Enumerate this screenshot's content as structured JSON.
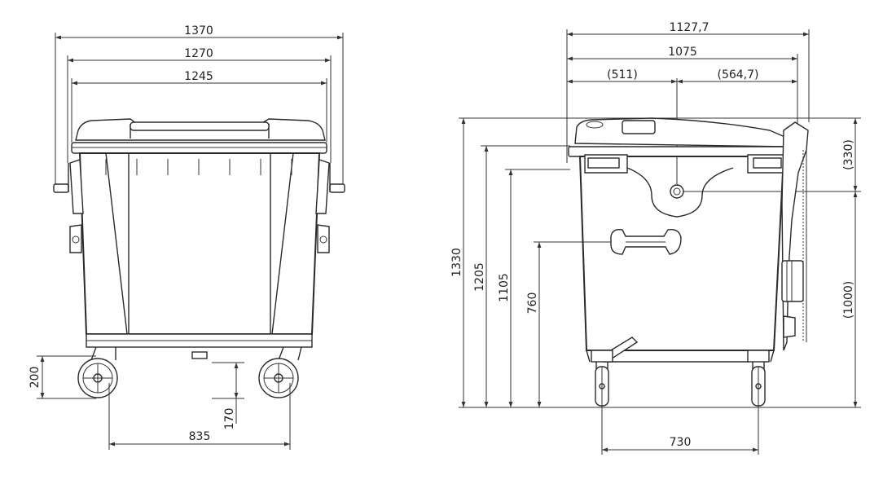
{
  "front_view": {
    "width_overall": "1370",
    "width_lid": "1270",
    "width_body": "1245",
    "wheel_height": "200",
    "base_clearance": "170",
    "wheel_track": "835"
  },
  "side_view": {
    "depth_overall": "1127,7",
    "depth_lid": "1075",
    "pivot_front": "(511)",
    "pivot_back": "(564,7)",
    "height_total": "1330",
    "height_rim": "1205",
    "height_body": "1105",
    "height_pedal": "760",
    "lid_rise": "(330)",
    "pivot_height": "(1000)",
    "wheel_base": "730"
  },
  "colors": {
    "line": "#2a2a2a",
    "background": "#ffffff"
  }
}
